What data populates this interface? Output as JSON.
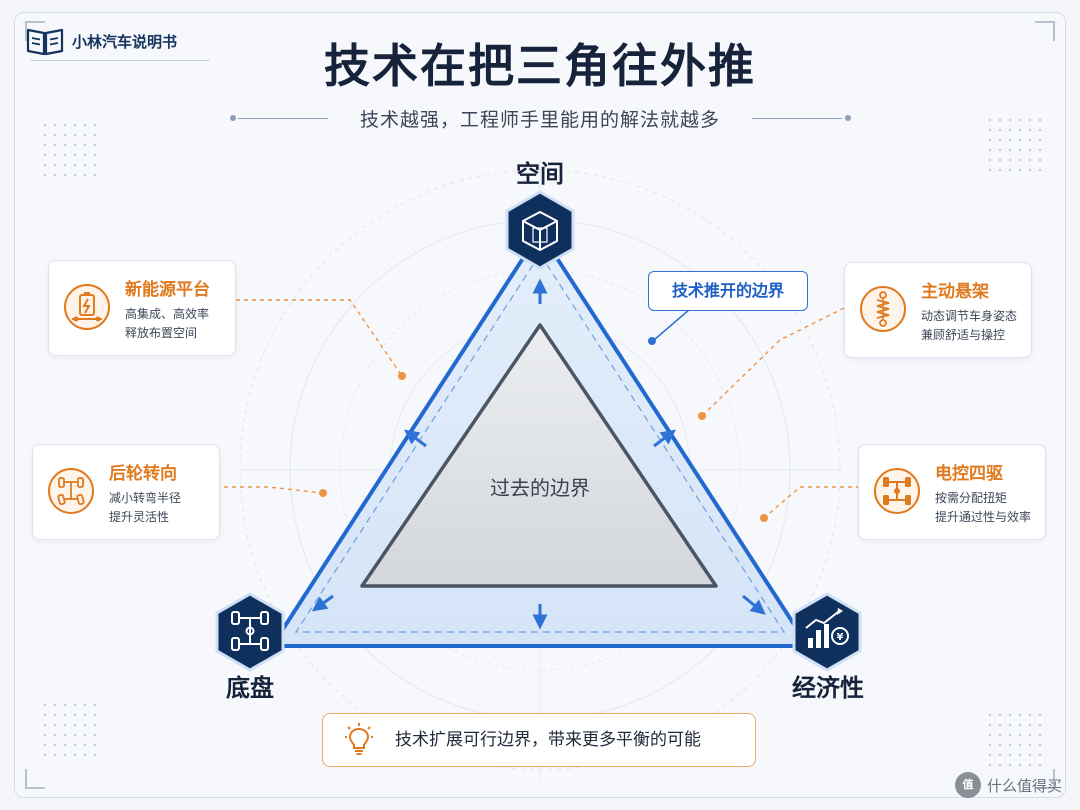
{
  "brand": {
    "name": "小林汽车说明书",
    "icon": "open-book-icon"
  },
  "header": {
    "title": "技术在把三角往外推",
    "subtitle": "技术越强，工程师手里能用的解法就越多"
  },
  "triangle": {
    "vertices": [
      {
        "label": "空间",
        "icon": "cube-icon"
      },
      {
        "label": "底盘",
        "icon": "chassis-icon"
      },
      {
        "label": "经济性",
        "icon": "bar-chart-yen-icon"
      }
    ],
    "inner_label": "过去的边界",
    "outer_callout": "技术推开的边界"
  },
  "cards": {
    "new_energy": {
      "title": "新能源平台",
      "lines": [
        "高集成、高效率",
        "释放布置空间"
      ],
      "icon": "battery-platform-icon"
    },
    "rear_steer": {
      "title": "后轮转向",
      "lines": [
        "减小转弯半径",
        "提升灵活性"
      ],
      "icon": "rear-steering-icon"
    },
    "active_susp": {
      "title": "主动悬架",
      "lines": [
        "动态调节车身姿态",
        "兼顾舒适与操控"
      ],
      "icon": "shock-absorber-icon"
    },
    "awd": {
      "title": "电控四驱",
      "lines": [
        "按需分配扭矩",
        "提升通过性与效率"
      ],
      "icon": "drivetrain-icon"
    }
  },
  "footer": {
    "text": "技术扩展可行边界，带来更多平衡的可能",
    "icon": "lightbulb-icon"
  },
  "watermark": {
    "badge": "值",
    "text": "什么值得买"
  },
  "colors": {
    "navy": "#15335f",
    "blue": "#2f72d6",
    "orange": "#e07a1f",
    "inner": "#d6d9de"
  }
}
